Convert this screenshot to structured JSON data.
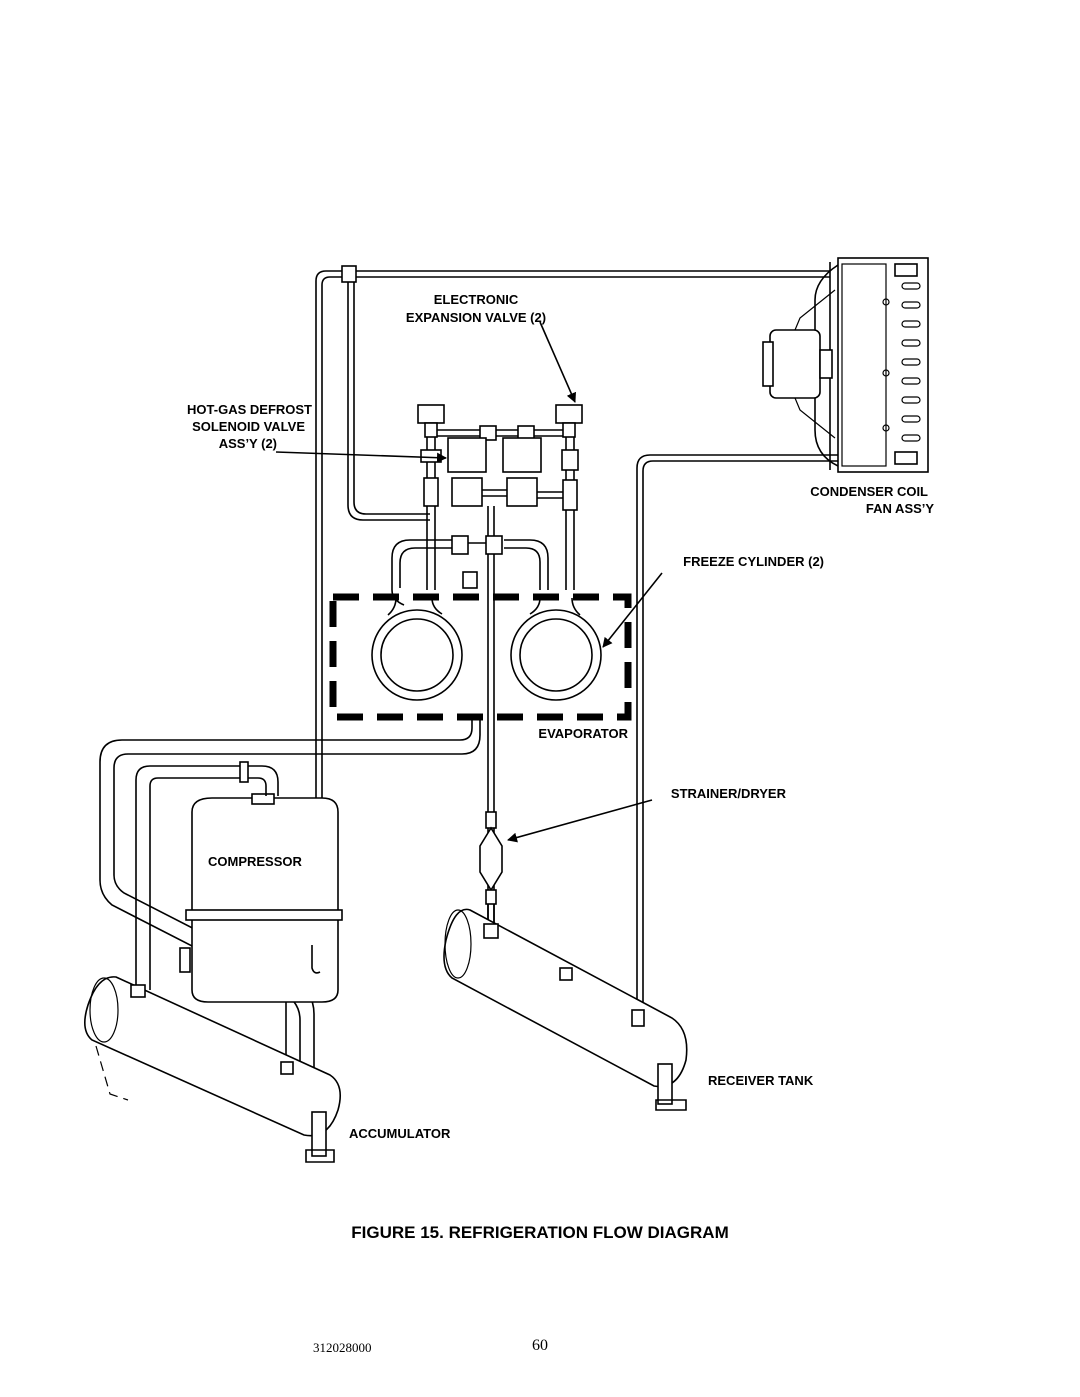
{
  "diagram": {
    "labels": {
      "expansion_valve_line1": "ELECTRONIC",
      "expansion_valve_line2": "EXPANSION VALVE (2)",
      "solenoid_line1": "HOT-GAS DEFROST",
      "solenoid_line2": "SOLENOID VALVE",
      "solenoid_line3": "ASS’Y (2)",
      "condenser_line1": "CONDENSER COIL",
      "condenser_line2": "FAN ASS’Y",
      "freeze_cylinder": "FREEZE CYLINDER (2)",
      "evaporator": "EVAPORATOR",
      "strainer_dryer": "STRAINER/DRYER",
      "compressor": "COMPRESSOR",
      "receiver_tank": "RECEIVER TANK",
      "accumulator": "ACCUMULATOR"
    }
  },
  "caption": "FIGURE 15. REFRIGERATION FLOW DIAGRAM",
  "footer": {
    "doc_number": "312028000",
    "page_number": "60"
  }
}
